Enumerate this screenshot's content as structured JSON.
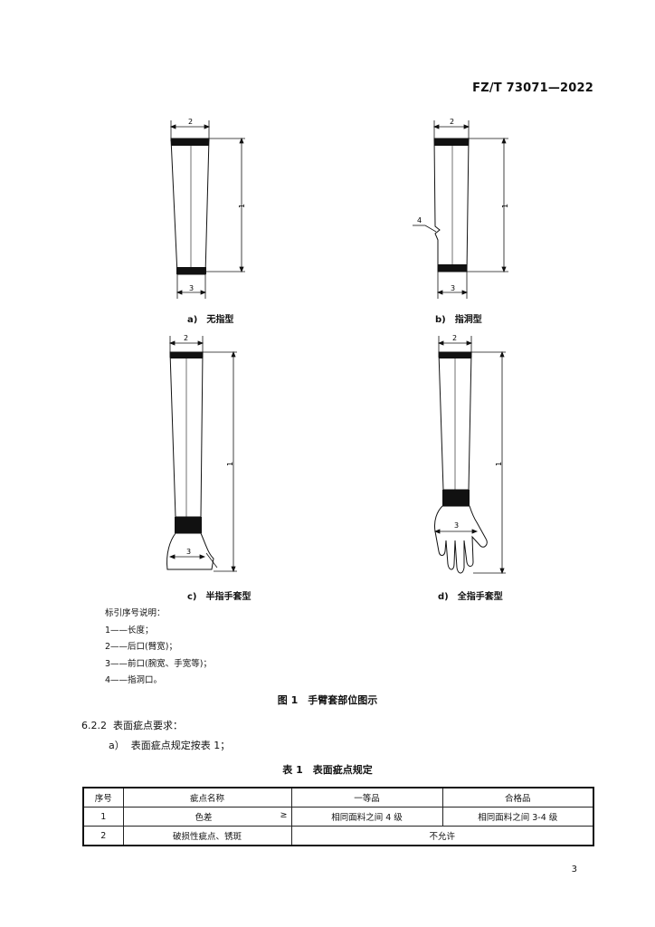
{
  "header": {
    "standard_number": "FZ/T 73071—2022"
  },
  "figures": [
    {
      "label": "a)",
      "name": "无指型"
    },
    {
      "label": "b)",
      "name": "指洞型"
    },
    {
      "label": "c)",
      "name": "半指手套型"
    },
    {
      "label": "d)",
      "name": "全指手套型"
    }
  ],
  "dimension_marks": {
    "length": "1",
    "back_opening": "2",
    "front_opening": "3",
    "finger_hole": "4"
  },
  "legend": {
    "title": "标引序号说明：",
    "items": [
      "1——长度；",
      "2——后口(臂宽)；",
      "3——前口(腕宽、手宽等)；",
      "4——指洞口。"
    ]
  },
  "figure_title": "图 1　手臂套部位图示",
  "section": {
    "number": "6.2.2",
    "text": "表面疵点要求："
  },
  "list_item": {
    "label": "a）",
    "text": "表面疵点规定按表 1；"
  },
  "table_title": "表 1　表面疵点规定",
  "table": {
    "headers": [
      "序号",
      "疵点名称",
      "一等品",
      "合格品"
    ],
    "rows": [
      {
        "no": "1",
        "name": "色差",
        "symbol": "≥",
        "first": "相同面料之间 4 级",
        "qualified": "相同面料之间 3-4 级"
      },
      {
        "no": "2",
        "name": "破损性疵点、锈斑",
        "merged": "不允许"
      }
    ]
  },
  "page_number": "3"
}
